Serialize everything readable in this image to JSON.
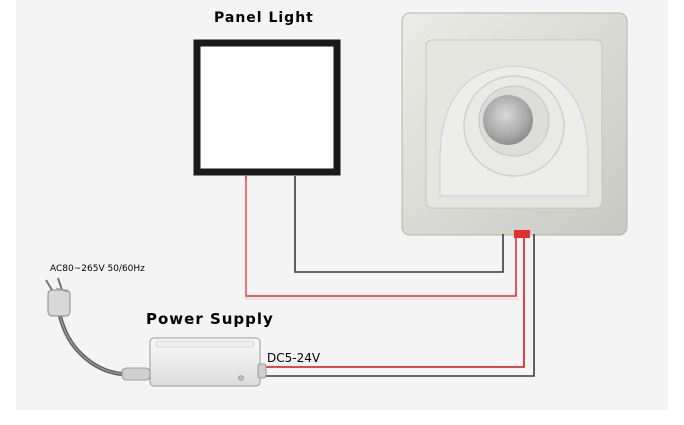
{
  "labels": {
    "panel_light": "Panel Light",
    "power_supply": "Power Supply",
    "ac_input": "AC80~265V 50/60Hz",
    "dc_output": "DC5-24V"
  },
  "colors": {
    "wire_red": "#e03030",
    "wire_black": "#3a3a3a",
    "panel_frame": "#1a1a1a",
    "sensor_plate": "#dcdcd6",
    "background": "#f4f4f4"
  },
  "icons": {
    "panel_light": "panel-light-icon",
    "pir_sensor": "pir-motion-sensor-icon",
    "power_supply": "power-supply-icon",
    "plug": "ac-plug-icon"
  }
}
